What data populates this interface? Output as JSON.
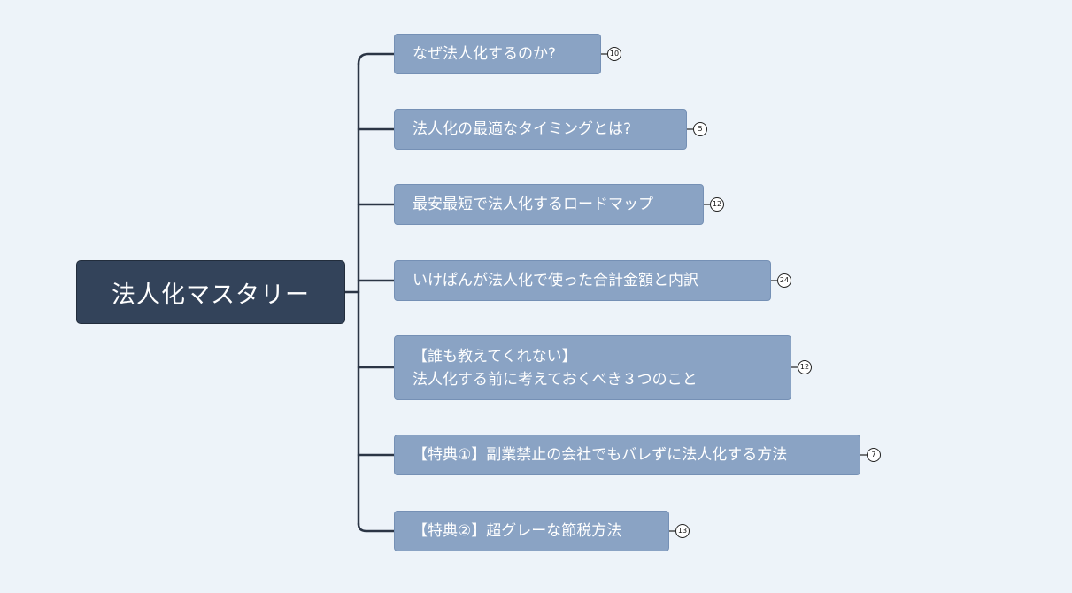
{
  "root": {
    "label": "法人化マスタリー"
  },
  "topics": [
    {
      "label": "なぜ法人化するのか?",
      "count": "10"
    },
    {
      "label": "法人化の最適なタイミングとは?",
      "count": "5"
    },
    {
      "label": "最安最短で法人化するロードマップ",
      "count": "12"
    },
    {
      "label": "いけぱんが法人化で使った合計金額と内訳",
      "count": "24"
    },
    {
      "line1": "【誰も教えてくれない】",
      "line2": "法人化する前に考えておくべき３つのこと",
      "count": "12"
    },
    {
      "label": "【特典①】副業禁止の会社でもバレずに法人化する方法",
      "count": "7"
    },
    {
      "label": "【特典②】超グレーな節税方法",
      "count": "13"
    }
  ],
  "colors": {
    "background": "#edf3f9",
    "root_fill": "#33435a",
    "topic_fill": "#8aa3c4",
    "connector": "#2b3545"
  }
}
